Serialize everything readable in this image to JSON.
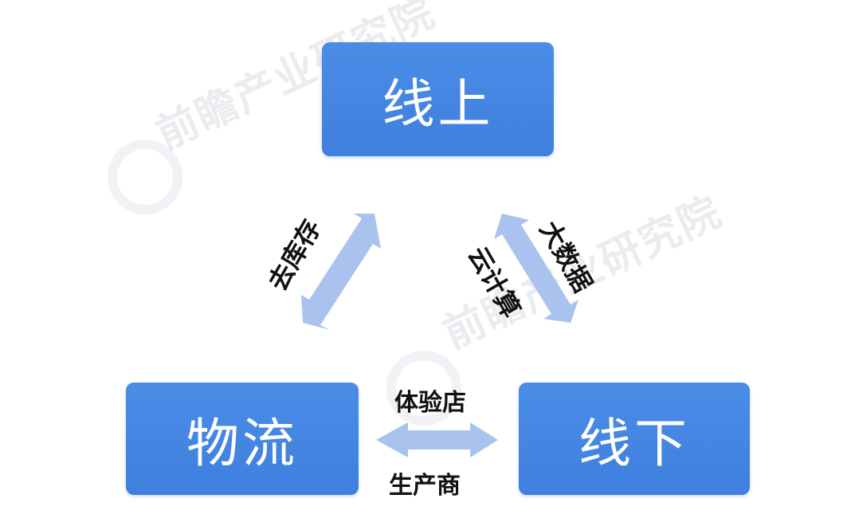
{
  "nodes": {
    "top": "线上",
    "left": "物流",
    "right": "线下"
  },
  "edges": {
    "top_left": "去库存",
    "top_right_outer": "大数据",
    "top_right_inner": "云计算",
    "bottom_upper": "体验店",
    "bottom_lower": "生产商"
  },
  "watermark": {
    "text": "前瞻产业研究院"
  },
  "colors": {
    "node_fill": "#4585e2",
    "arrow_fill": "#a9c2ee",
    "label_text": "#111111"
  }
}
